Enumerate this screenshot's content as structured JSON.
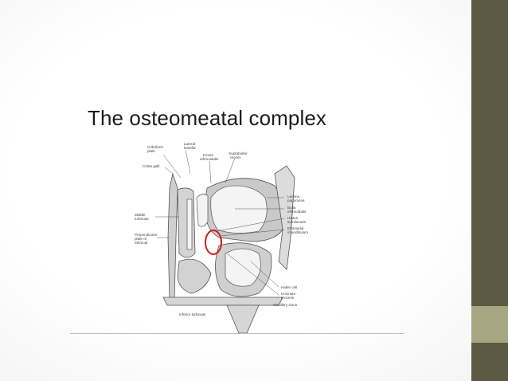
{
  "slide": {
    "title": "The osteomeatal complex",
    "colors": {
      "sidebar": "#5c5a42",
      "sidebar_accent": "#a7a582",
      "highlight_circle": "#d21a1a"
    }
  },
  "figure": {
    "labels": {
      "cribriform_plate": [
        "Cribriform",
        "plate"
      ],
      "lateral_lamella": [
        "Lateral",
        "lamella"
      ],
      "fovea_ethmoidalis": [
        "Fovea",
        "ethmoidalis"
      ],
      "suprabullar_recess": [
        "Suprabullar",
        "recess"
      ],
      "crista_galli": "Crista galli",
      "lamina_papyracea": [
        "Lamina",
        "papyracea"
      ],
      "bulla_ethmoidalis": [
        "Bulla",
        "ethmoidalis"
      ],
      "hiatus_semilunaris": [
        "Hiatus",
        "semilunaris"
      ],
      "ethmoidal_infundibulum": [
        "Ethmoidal",
        "infundibulum"
      ],
      "middle_turbinate": [
        "Middle",
        "turbinate"
      ],
      "perpendicular_plate": [
        "Perpendicular",
        "plate of",
        "ethmoid"
      ],
      "haller_cell": "Haller cell",
      "uncinate_process": [
        "Uncinate",
        "process"
      ],
      "maxillary_sinus": "Maxillary sinus",
      "inferior_turbinate": "Inferior turbinate"
    }
  }
}
